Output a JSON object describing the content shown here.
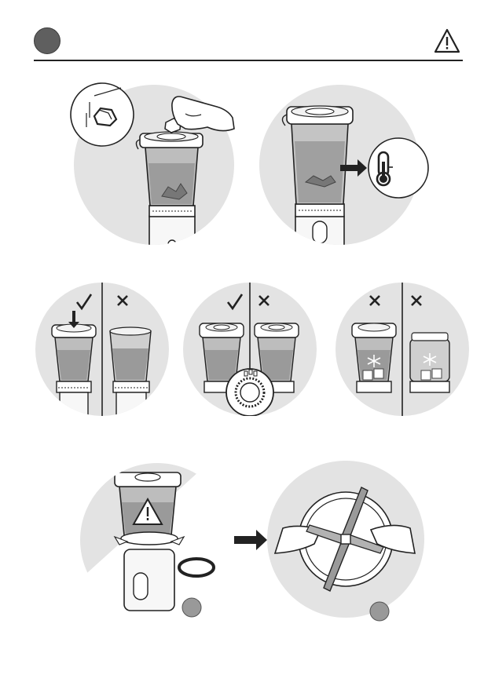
{
  "header": {
    "step_icon": "step-dot",
    "warning_icon": "warning-triangle-icon"
  },
  "colors": {
    "ink": "#222222",
    "panel_bg": "#e3e3e3",
    "jar_fill": "#a6a6a6",
    "jar_fill_dark": "#8c8c8c",
    "badge": "#5f5f5f"
  },
  "panels": [
    {
      "id": "add-ice-cube",
      "icons": [
        "ice-cube-icon",
        "hand-icon"
      ]
    },
    {
      "id": "temperature-check",
      "icons": [
        "thermometer-icon",
        "arrow-right-icon"
      ]
    },
    {
      "id": "lid-on-vs-lid-off",
      "marks": [
        "correct",
        "wrong"
      ],
      "icons": [
        "down-arrow-icon"
      ]
    },
    {
      "id": "lid-cap-locked",
      "marks": [
        "correct",
        "wrong"
      ],
      "icons": [
        "dial-icon"
      ]
    },
    {
      "id": "no-frozen-content",
      "marks": [
        "wrong",
        "wrong"
      ],
      "icons": [
        "snowflake-icon",
        "snowflake-icon"
      ]
    },
    {
      "id": "blade-warning-seal",
      "icons": [
        "warning-triangle-icon",
        "seal-ring-icon"
      ],
      "badge": "step-badge"
    },
    {
      "id": "blade-removal",
      "icons": [
        "arrow-right-icon",
        "blade-icon"
      ],
      "badge": "step-badge"
    }
  ]
}
